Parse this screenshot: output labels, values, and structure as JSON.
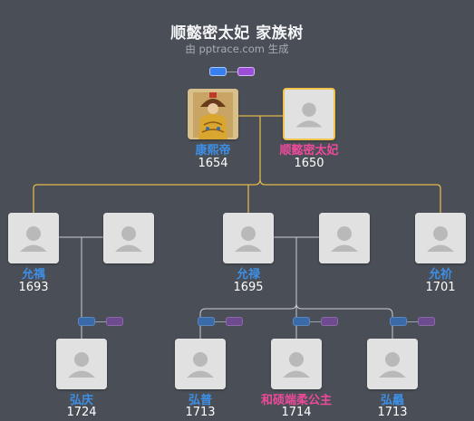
{
  "header": {
    "title": "顺懿密太妃 家族树",
    "subtitle": "由 pptrace.com 生成"
  },
  "colors": {
    "background": "#4a4f57",
    "marriage_line": "#e2b64a",
    "child_line": "#c9ccd1",
    "male_name": "#3d8fe6",
    "female_name": "#ef4a9a"
  },
  "people": {
    "kangxi": {
      "name": "康熙帝",
      "year": "1654",
      "gender": "male",
      "photo": "portrait"
    },
    "shunyi": {
      "name": "顺懿密太妃",
      "year": "1650",
      "gender": "female",
      "focus": true
    },
    "yunwei": {
      "name": "允禑",
      "year": "1693",
      "gender": "male"
    },
    "yunwei_spouse": {
      "name": "",
      "year": ""
    },
    "yunlu": {
      "name": "允禄",
      "year": "1695",
      "gender": "male"
    },
    "yunlu_spouse": {
      "name": "",
      "year": ""
    },
    "yunjie": {
      "name": "允祄",
      "year": "1701",
      "gender": "male"
    },
    "hongqing": {
      "name": "弘庆",
      "year": "1724",
      "gender": "male"
    },
    "hongpu": {
      "name": "弘普",
      "year": "1713",
      "gender": "male"
    },
    "heshuo": {
      "name": "和硕端柔公主",
      "year": "1714",
      "gender": "female"
    },
    "hongzhe": {
      "name": "弘曧",
      "year": "1713",
      "gender": "male"
    }
  },
  "icons": {
    "toggle_ancestors": "male-female-toggle-icon",
    "avatar": "person-silhouette-icon"
  }
}
